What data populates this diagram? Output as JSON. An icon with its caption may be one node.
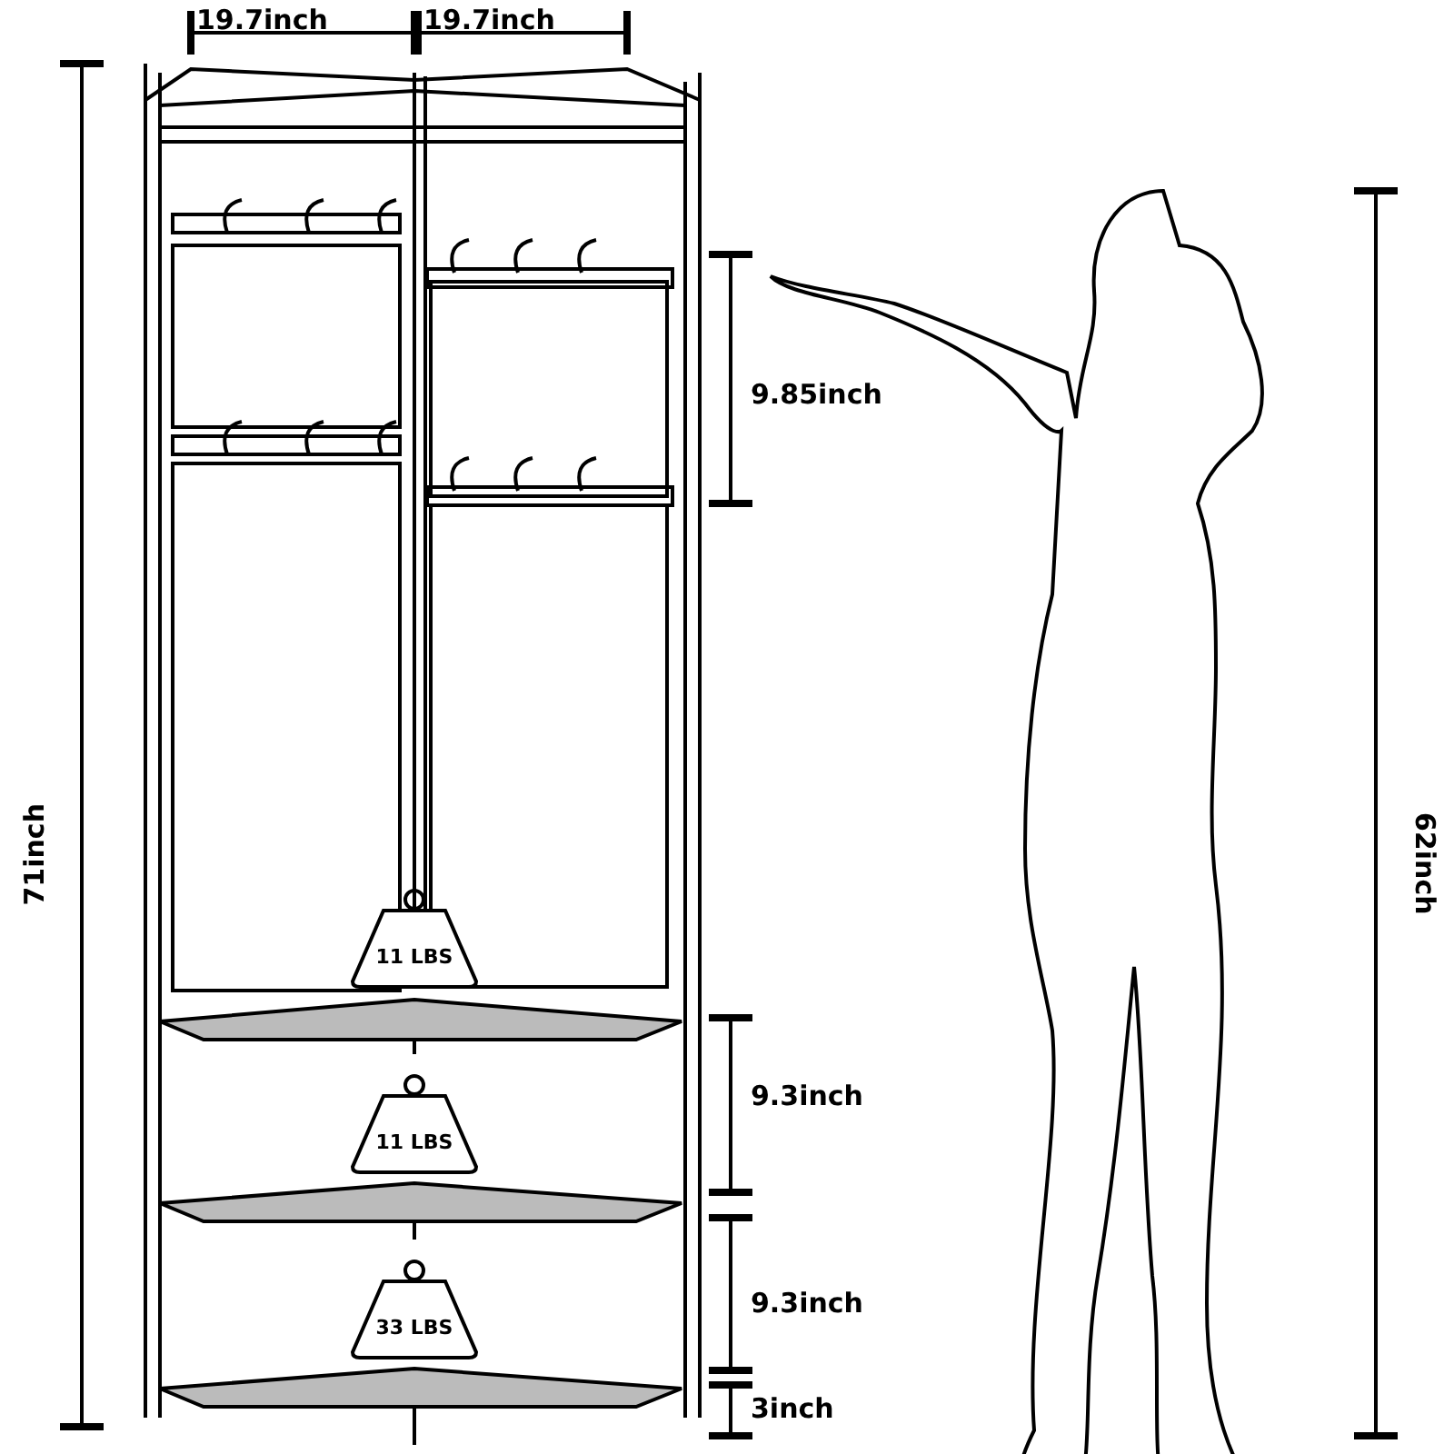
{
  "diagram": {
    "nodes": [
      {
        "text": [
          "11 LBS"
        ]
      },
      {
        "text": [
          "11 LBS"
        ]
      },
      {
        "text": [
          "33 LBS"
        ]
      }
    ],
    "labels": [
      "19.7inch",
      "19.7inch",
      "71inch",
      "9.85inch",
      "9.3inch",
      "9.3inch",
      "3inch",
      "62inch"
    ]
  }
}
